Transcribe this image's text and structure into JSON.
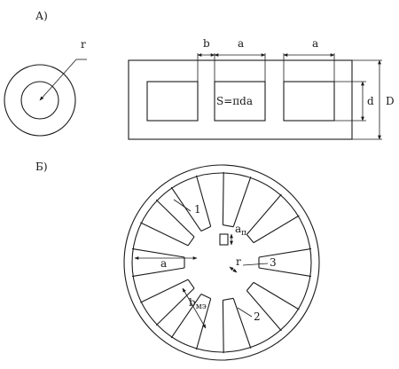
{
  "panel_a": {
    "label": "А)",
    "ring_radius_label": "r",
    "dim_b": "b",
    "dim_a1": "a",
    "dim_a2": "a",
    "area_formula": "S=πda",
    "dim_d": "d",
    "dim_D": "D"
  },
  "panel_b": {
    "label": "Б)",
    "callout_1": "1",
    "callout_2": "2",
    "callout_3": "3",
    "a_n": {
      "base": "a",
      "sub": "п"
    },
    "a": "a",
    "r": "r",
    "b_me": {
      "base": "b",
      "sub": "мэ"
    }
  }
}
